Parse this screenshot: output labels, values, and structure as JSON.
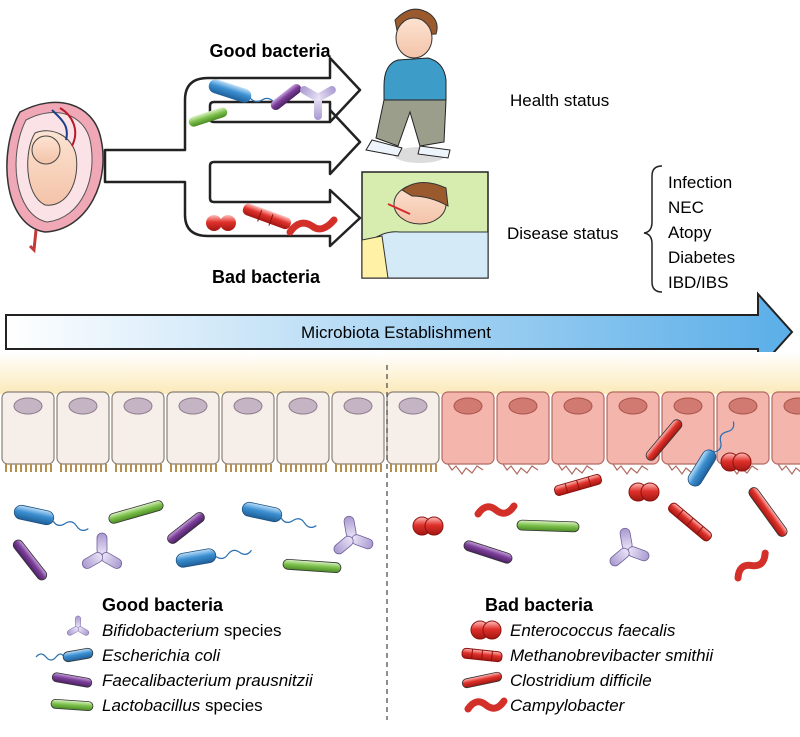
{
  "top": {
    "good_bacteria_label": "Good bacteria",
    "bad_bacteria_label": "Bad bacteria",
    "health_status": "Health status",
    "disease_status": "Disease status",
    "diseases": [
      "Infection",
      "NEC",
      "Atopy",
      "Diabetes",
      "IBD/IBS"
    ]
  },
  "timeline": {
    "label": "Microbiota Establishment"
  },
  "legend": {
    "good": {
      "title": "Good bacteria",
      "items": [
        {
          "name": "Bifidobacterium",
          "suffix": " species",
          "icon": "y-shaped-bacterium-icon"
        },
        {
          "name": "Escherichia coli",
          "suffix": "",
          "icon": "flagellated-rod-icon"
        },
        {
          "name": "Faecalibacterium prausnitzii",
          "suffix": "",
          "icon": "purple-rod-icon"
        },
        {
          "name": "Lactobacillus",
          "suffix": " species",
          "icon": "green-rod-icon"
        }
      ]
    },
    "bad": {
      "title": "Bad bacteria",
      "items": [
        {
          "name": "Enterococcus faecalis",
          "suffix": "",
          "icon": "diplococcus-icon"
        },
        {
          "name": "Methanobrevibacter smithii",
          "suffix": "",
          "icon": "segmented-rod-icon"
        },
        {
          "name": "Clostridium difficile",
          "suffix": "",
          "icon": "red-rod-icon"
        },
        {
          "name": "Campylobacter",
          "suffix": "",
          "icon": "spiral-bacterium-icon"
        }
      ]
    }
  },
  "colors": {
    "good_blue": "#3b8fd1",
    "good_purple": "#7b3f98",
    "good_green": "#7bbf4a",
    "bifido": "#b8a9d9",
    "bad_red": "#e0312b",
    "cell_healthy": "#f6efe9",
    "cell_diseased": "#f3b5ac",
    "arrow_fill_start": "#ffffff",
    "arrow_fill_end": "#5aaee8"
  }
}
